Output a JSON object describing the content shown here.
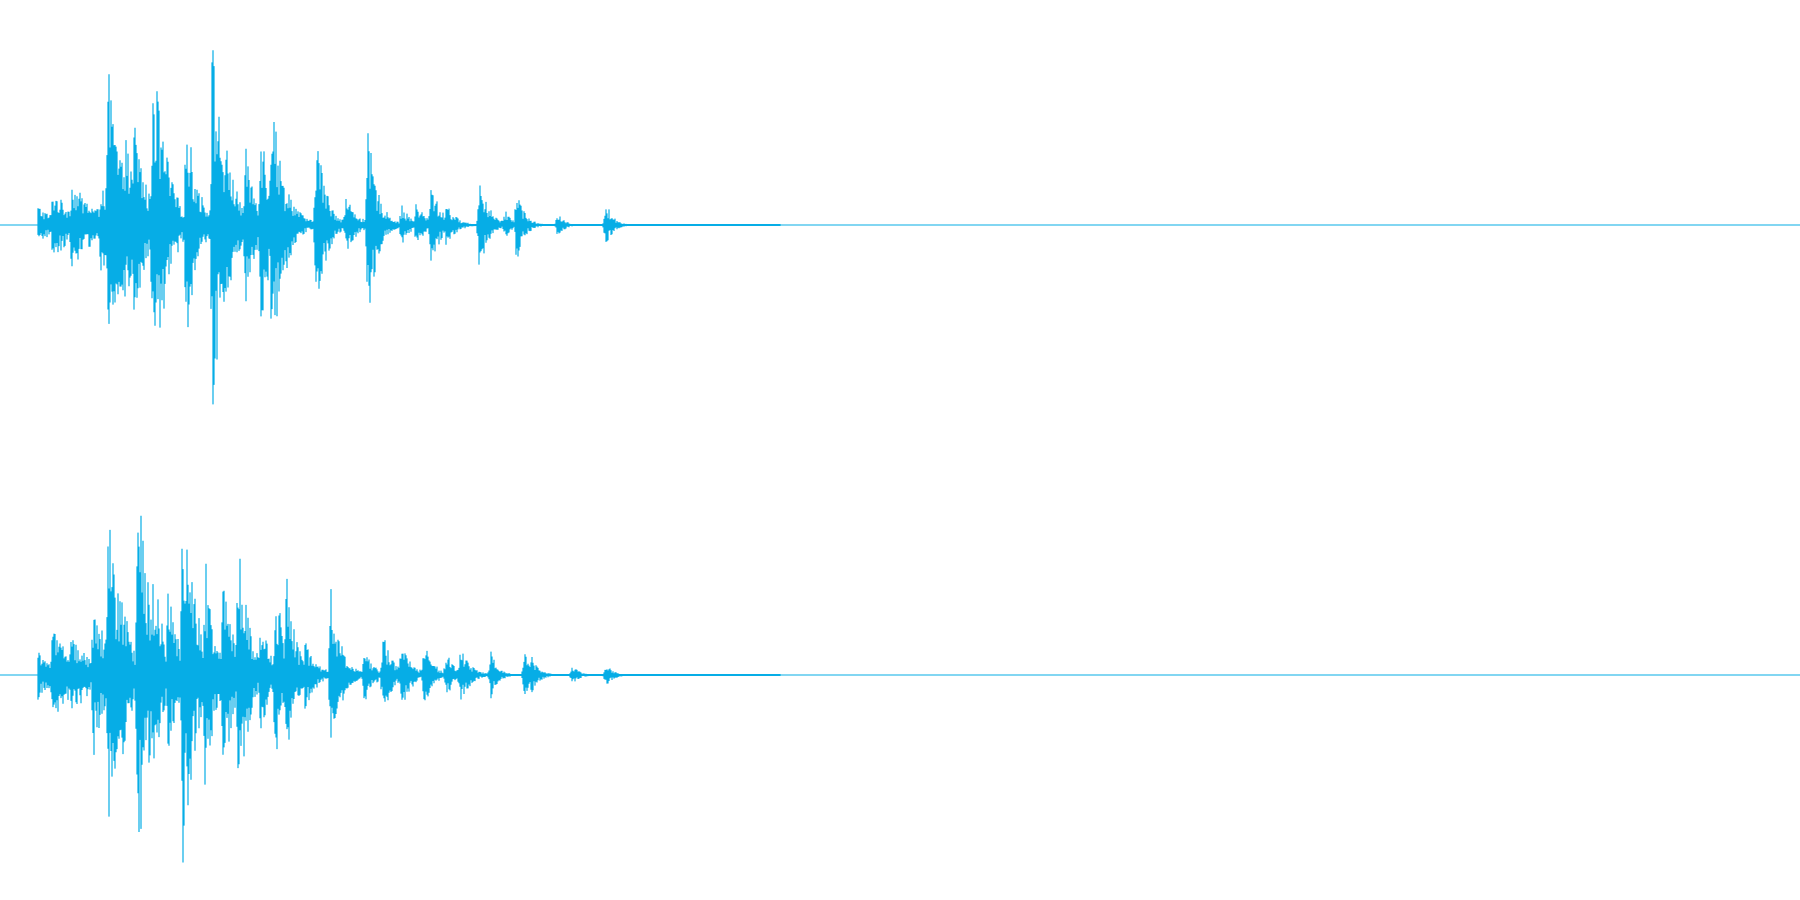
{
  "colors": {
    "background": "#ffffff",
    "waveform": "#06ade6",
    "center_line": "#06ade6"
  },
  "waveform": {
    "channels": [
      {
        "id": "left",
        "bursts": [
          {
            "t": 0.0,
            "amp": 0.1,
            "decay": 0.5
          },
          {
            "t": 0.02,
            "amp": 0.18,
            "decay": 0.6
          },
          {
            "t": 0.045,
            "amp": 0.22,
            "decay": 0.7
          },
          {
            "t": 0.085,
            "amp": 0.25,
            "decay": 0.4
          },
          {
            "t": 0.095,
            "amp": 0.82,
            "decay": 0.35
          },
          {
            "t": 0.115,
            "amp": 0.55,
            "decay": 0.3
          },
          {
            "t": 0.13,
            "amp": 0.58,
            "decay": 0.3
          },
          {
            "t": 0.155,
            "amp": 0.92,
            "decay": 0.35
          },
          {
            "t": 0.17,
            "amp": 0.45,
            "decay": 0.3
          },
          {
            "t": 0.2,
            "amp": 0.58,
            "decay": 0.3
          },
          {
            "t": 0.235,
            "amp": 0.95,
            "decay": 0.35
          },
          {
            "t": 0.255,
            "amp": 0.4,
            "decay": 0.3
          },
          {
            "t": 0.28,
            "amp": 0.38,
            "decay": 0.3
          },
          {
            "t": 0.3,
            "amp": 0.55,
            "decay": 0.3
          },
          {
            "t": 0.315,
            "amp": 0.8,
            "decay": 0.25
          },
          {
            "t": 0.335,
            "amp": 0.22,
            "decay": 0.3
          },
          {
            "t": 0.375,
            "amp": 0.52,
            "decay": 0.25
          },
          {
            "t": 0.415,
            "amp": 0.15,
            "decay": 0.3
          },
          {
            "t": 0.445,
            "amp": 0.48,
            "decay": 0.25
          },
          {
            "t": 0.49,
            "amp": 0.1,
            "decay": 0.25
          },
          {
            "t": 0.51,
            "amp": 0.12,
            "decay": 0.25
          },
          {
            "t": 0.53,
            "amp": 0.22,
            "decay": 0.25
          },
          {
            "t": 0.55,
            "amp": 0.12,
            "decay": 0.25
          },
          {
            "t": 0.595,
            "amp": 0.25,
            "decay": 0.25
          },
          {
            "t": 0.63,
            "amp": 0.08,
            "decay": 0.2
          },
          {
            "t": 0.645,
            "amp": 0.2,
            "decay": 0.2
          },
          {
            "t": 0.7,
            "amp": 0.06,
            "decay": 0.2
          },
          {
            "t": 0.765,
            "amp": 0.12,
            "decay": 0.2
          }
        ]
      },
      {
        "id": "right",
        "bursts": [
          {
            "t": 0.0,
            "amp": 0.12,
            "decay": 0.5
          },
          {
            "t": 0.02,
            "amp": 0.25,
            "decay": 0.6
          },
          {
            "t": 0.045,
            "amp": 0.2,
            "decay": 0.7
          },
          {
            "t": 0.075,
            "amp": 0.4,
            "decay": 0.4
          },
          {
            "t": 0.095,
            "amp": 0.85,
            "decay": 0.35
          },
          {
            "t": 0.11,
            "amp": 0.55,
            "decay": 0.3
          },
          {
            "t": 0.135,
            "amp": 1.0,
            "decay": 0.35
          },
          {
            "t": 0.155,
            "amp": 0.6,
            "decay": 0.3
          },
          {
            "t": 0.175,
            "amp": 0.45,
            "decay": 0.3
          },
          {
            "t": 0.195,
            "amp": 1.0,
            "decay": 0.35
          },
          {
            "t": 0.225,
            "amp": 0.6,
            "decay": 0.3
          },
          {
            "t": 0.25,
            "amp": 0.55,
            "decay": 0.3
          },
          {
            "t": 0.27,
            "amp": 0.82,
            "decay": 0.25
          },
          {
            "t": 0.3,
            "amp": 0.3,
            "decay": 0.3
          },
          {
            "t": 0.32,
            "amp": 0.5,
            "decay": 0.25
          },
          {
            "t": 0.335,
            "amp": 0.5,
            "decay": 0.25
          },
          {
            "t": 0.36,
            "amp": 0.18,
            "decay": 0.3
          },
          {
            "t": 0.395,
            "amp": 0.48,
            "decay": 0.25
          },
          {
            "t": 0.44,
            "amp": 0.14,
            "decay": 0.25
          },
          {
            "t": 0.465,
            "amp": 0.22,
            "decay": 0.25
          },
          {
            "t": 0.49,
            "amp": 0.2,
            "decay": 0.25
          },
          {
            "t": 0.52,
            "amp": 0.17,
            "decay": 0.25
          },
          {
            "t": 0.55,
            "amp": 0.12,
            "decay": 0.25
          },
          {
            "t": 0.57,
            "amp": 0.15,
            "decay": 0.25
          },
          {
            "t": 0.61,
            "amp": 0.12,
            "decay": 0.2
          },
          {
            "t": 0.655,
            "amp": 0.12,
            "decay": 0.2
          },
          {
            "t": 0.665,
            "amp": 0.1,
            "decay": 0.2
          },
          {
            "t": 0.72,
            "amp": 0.05,
            "decay": 0.2
          },
          {
            "t": 0.765,
            "amp": 0.06,
            "decay": 0.2
          }
        ]
      }
    ]
  }
}
